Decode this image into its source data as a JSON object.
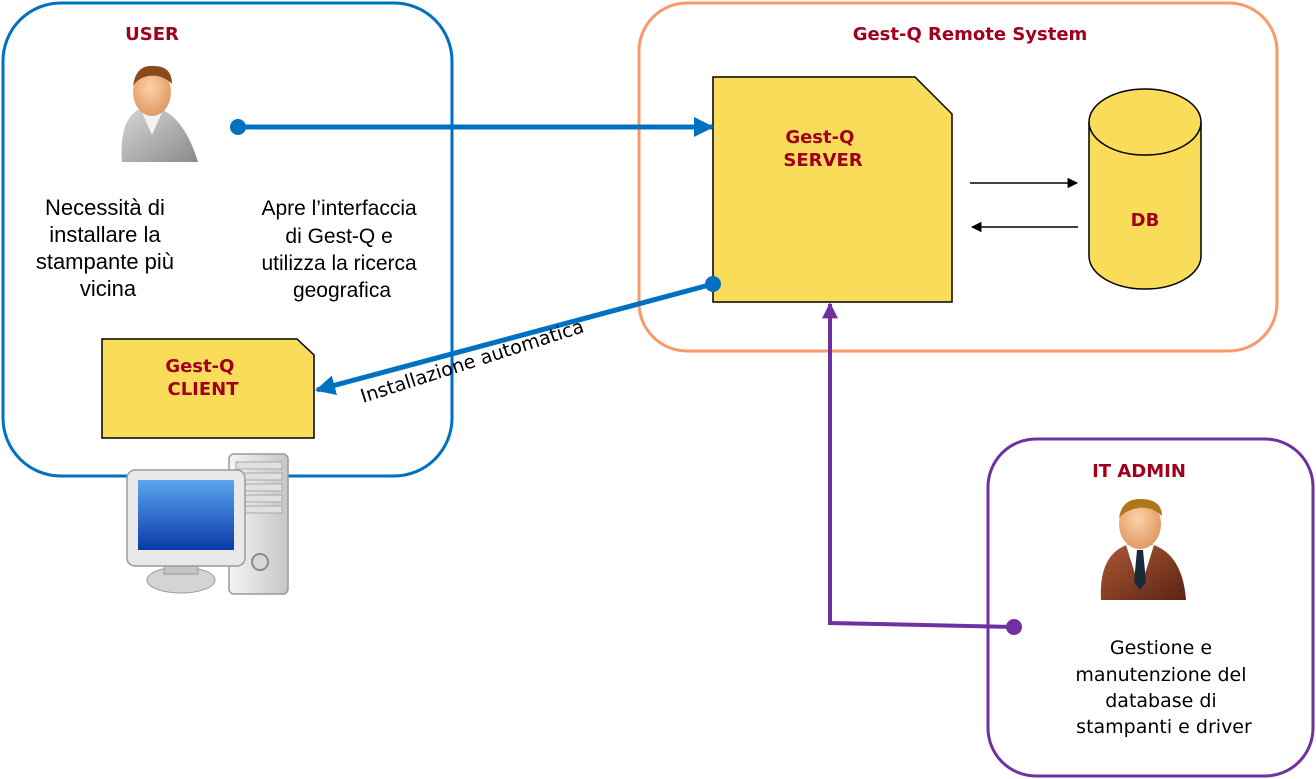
{
  "colors": {
    "user_border": "#0070c0",
    "remote_border": "#f79a68",
    "admin_border": "#7030a0",
    "node_fill": "#f9dd5a",
    "label_red": "#a0001e",
    "flow_blue": "#0070c0",
    "flow_purple": "#7030a0"
  },
  "user": {
    "title": "USER",
    "icon": "user-person-icon",
    "need": [
      "Necessità di",
      "installare la",
      "stampante più",
      "vicina"
    ],
    "action": [
      "Apre l’interfaccia",
      "di Gest-Q e",
      "utilizza la ricerca",
      "geografica"
    ]
  },
  "client": {
    "lines": [
      "Gest-Q",
      "CLIENT"
    ]
  },
  "computer": {
    "icon": "desktop-computer-icon"
  },
  "remote": {
    "title": "Gest-Q Remote System",
    "server_lines": [
      "Gest-Q",
      "SERVER"
    ],
    "db_label": "DB"
  },
  "edges": {
    "auto_install": "Installazione automatica"
  },
  "admin": {
    "title": "IT ADMIN",
    "icon": "admin-person-icon",
    "desc": [
      "Gestione e",
      "manutenzione del",
      "database di",
      "stampanti e driver"
    ]
  }
}
